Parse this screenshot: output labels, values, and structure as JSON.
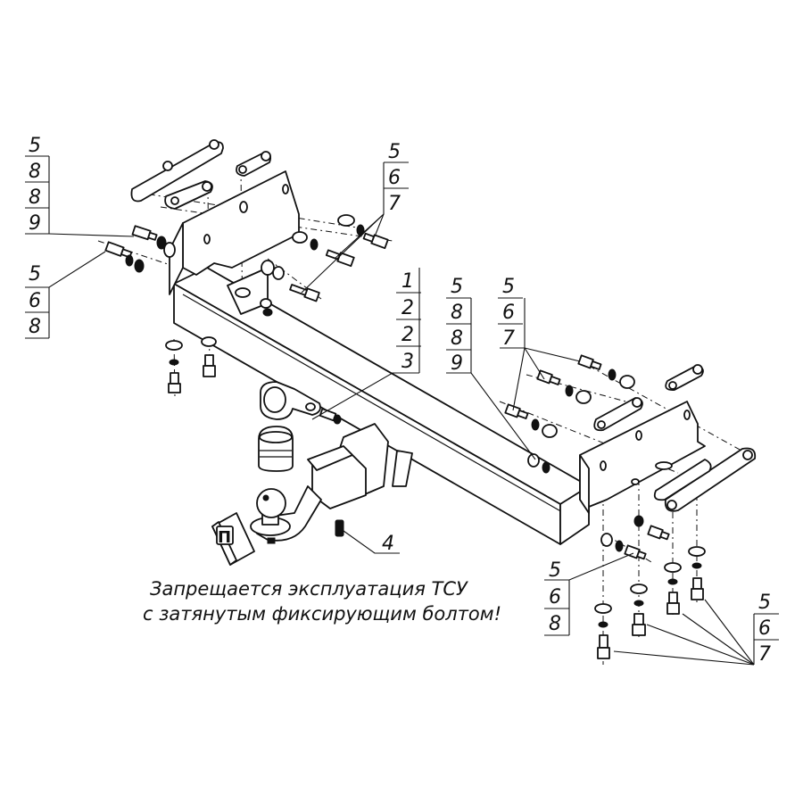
{
  "callouts": {
    "top_left": [
      "5",
      "8",
      "8",
      "9"
    ],
    "left_mid": [
      "5",
      "6",
      "8"
    ],
    "top_center": [
      "5",
      "6",
      "7"
    ],
    "center_main": [
      "1",
      "2",
      "2",
      "3"
    ],
    "center_right_a": [
      "5",
      "8",
      "8",
      "9"
    ],
    "center_right_b": [
      "5",
      "6",
      "7"
    ],
    "bottom_mid": [
      "5",
      "6",
      "8"
    ],
    "bottom_right": [
      "5",
      "6",
      "7"
    ],
    "part_4": "4"
  },
  "warning": {
    "line1": "Запрещается эксплуатация ТСУ",
    "line2": "с затянутым фиксирующим болтом!"
  },
  "logo_letter": "П"
}
